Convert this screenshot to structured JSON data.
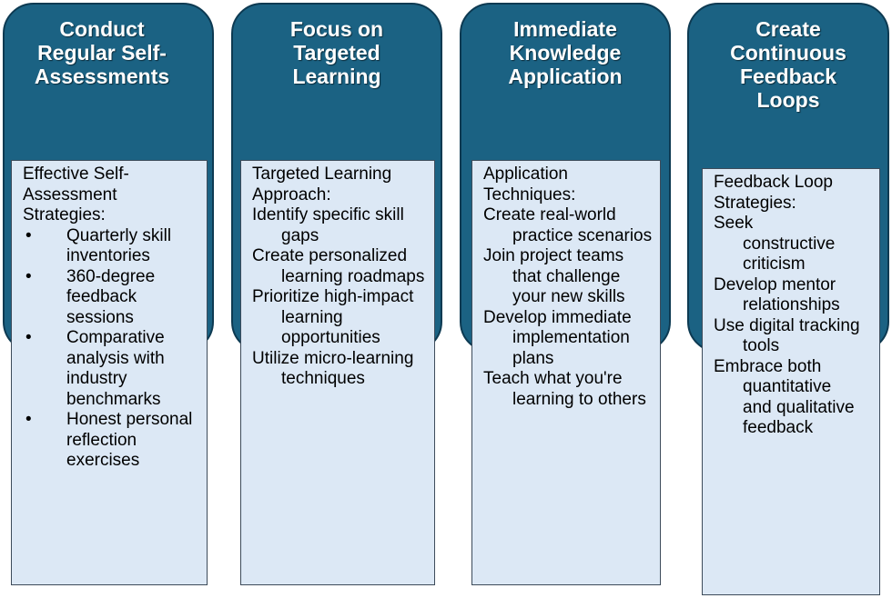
{
  "columns": [
    {
      "title": "Conduct Regular Self-Assessments",
      "heading": "Effective Self-Assessment Strategies:",
      "items": [
        "Quarterly skill inventories",
        "360-degree feedback sessions",
        "Comparative analysis with industry benchmarks",
        "Honest personal reflection exercises"
      ]
    },
    {
      "title": "Focus on Targeted Learning",
      "heading": "Targeted Learning Approach:",
      "items": [
        "Identify specific skill gaps",
        "Create personalized learning roadmaps",
        "Prioritize high-impact learning opportunities",
        "Utilize micro-learning techniques"
      ]
    },
    {
      "title": "Immediate Knowledge Application",
      "heading": "Application Techniques:",
      "items": [
        "Create real-world practice scenarios",
        "Join project teams that challenge your new skills",
        "Develop immediate implementation plans",
        "Teach what you're learning to others"
      ]
    },
    {
      "title": "Create Continuous Feedback Loops",
      "heading": "Feedback Loop Strategies:",
      "items": [
        "Seek constructive criticism",
        "Develop mentor relationships",
        "Use digital tracking tools",
        "Embrace both quantitative and qualitative feedback"
      ]
    }
  ],
  "colors": {
    "header_fill": "#1b6283",
    "header_border": "#0d3a52",
    "box_fill": "#dce8f5",
    "box_border": "#3d4b5a"
  }
}
